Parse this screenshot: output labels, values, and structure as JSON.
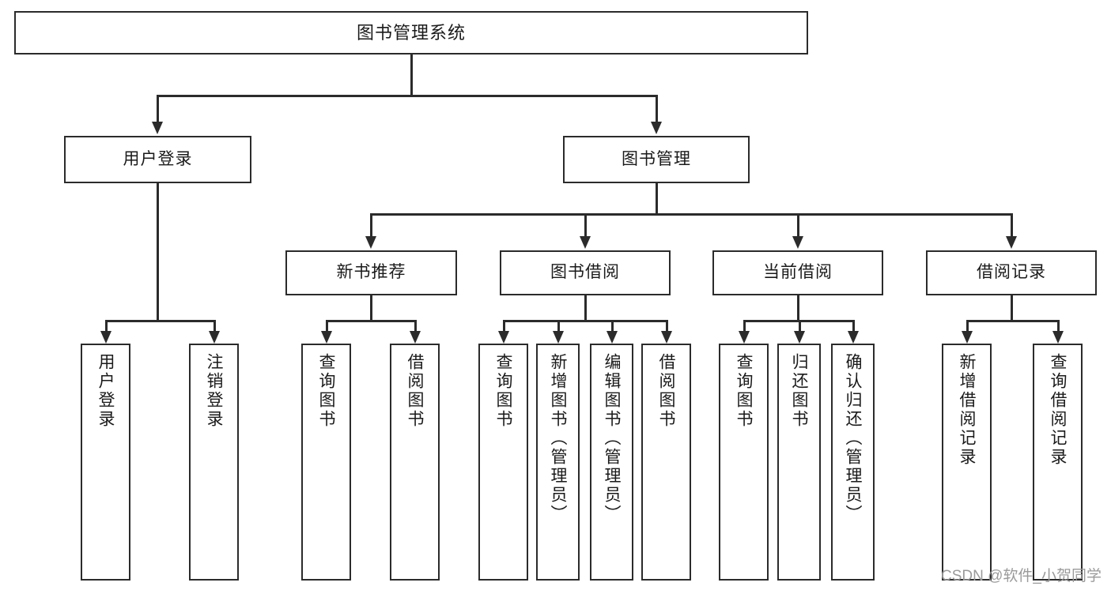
{
  "diagram": {
    "type": "tree-hierarchy-chart",
    "title": "图书管理系统 功能结构图",
    "stroke_color": "#2b2b2b",
    "fill_color": "#ffffff",
    "text_color": "#1a1a1a",
    "root": {
      "label": "图书管理系统"
    },
    "level2": [
      {
        "label": "用户登录"
      },
      {
        "label": "图书管理"
      }
    ],
    "level3": [
      {
        "label": "新书推荐"
      },
      {
        "label": "图书借阅"
      },
      {
        "label": "当前借阅"
      },
      {
        "label": "借阅记录"
      }
    ],
    "leaves": {
      "user_login": [
        {
          "label": "用户登录"
        },
        {
          "label": "注销登录"
        }
      ],
      "new_book_recommend": [
        {
          "label": "查询图书"
        },
        {
          "label": "借阅图书"
        }
      ],
      "book_borrow": [
        {
          "label": "查询图书"
        },
        {
          "label": "新增图书（管理员）"
        },
        {
          "label": "编辑图书（管理员）"
        },
        {
          "label": "借阅图书"
        }
      ],
      "current_borrow": [
        {
          "label": "查询图书"
        },
        {
          "label": "归还图书"
        },
        {
          "label": "确认归还（管理员）"
        }
      ],
      "borrow_record": [
        {
          "label": "新增借阅记录"
        },
        {
          "label": "查询借阅记录"
        }
      ]
    }
  },
  "watermark": {
    "text": "CSDN @软件_小贺同学"
  }
}
